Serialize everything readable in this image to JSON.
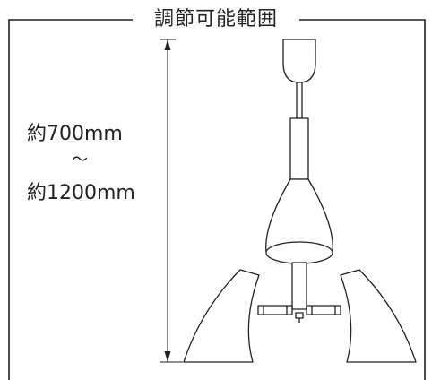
{
  "diagram": {
    "title": "調節可能範囲",
    "range": {
      "min_label": "約700mm",
      "separator": "〜",
      "max_label": "約1200mm"
    },
    "colors": {
      "line": "#222222",
      "fill": "#ffffff",
      "background": "#ffffff"
    }
  }
}
